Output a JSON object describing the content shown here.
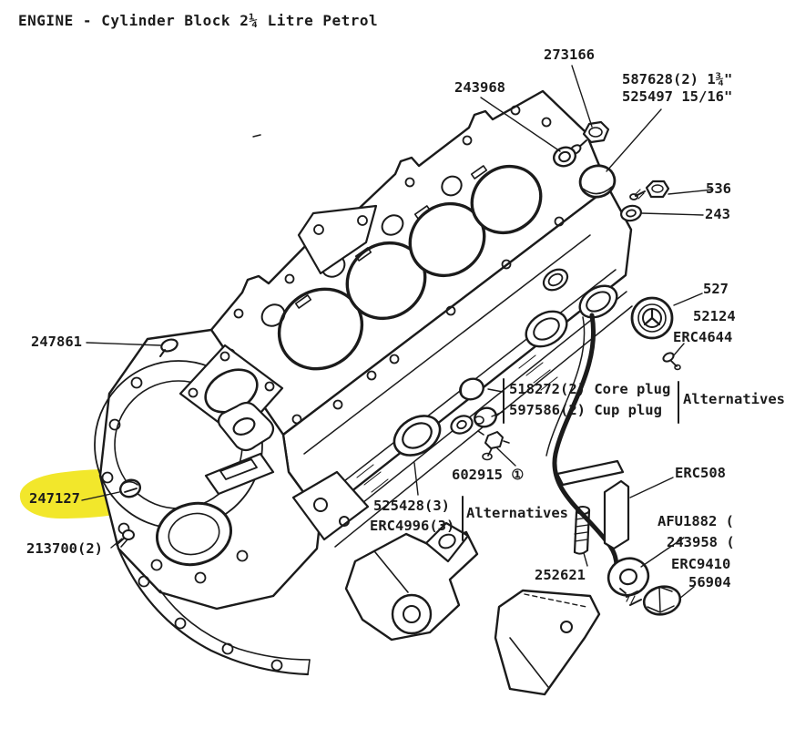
{
  "header": {
    "title": "ENGINE - Cylinder Block 2¼ Litre Petrol"
  },
  "colors": {
    "paper": "#ffffff",
    "ink": "#1b1b1b",
    "highlight": "#f2e72b"
  },
  "diagram": {
    "type": "exploded-parts-diagram",
    "subject": "2¼ litre petrol engine cylinder block",
    "highlighted_part_number": "247127",
    "callouts": [
      {
        "id": "273166",
        "text": "273166"
      },
      {
        "id": "243968",
        "text": "243968"
      },
      {
        "id": "587628",
        "text": "587628(2) 1¾\""
      },
      {
        "id": "525497",
        "text": "525497 15/16\""
      },
      {
        "id": "536x",
        "text": "536"
      },
      {
        "id": "243x",
        "text": "243"
      },
      {
        "id": "527x",
        "text": "527"
      },
      {
        "id": "52124x",
        "text": "52124"
      },
      {
        "id": "erc4644",
        "text": "ERC4644"
      },
      {
        "id": "247861",
        "text": "247861"
      },
      {
        "id": "518272",
        "text": "518272(2) Core plug"
      },
      {
        "id": "597586",
        "text": "597586(2) Cup plug"
      },
      {
        "id": "alt-right",
        "text": "Alternatives"
      },
      {
        "id": "602915",
        "text": "602915 ①"
      },
      {
        "id": "erc508",
        "text": "ERC508"
      },
      {
        "id": "247127",
        "text": "247127"
      },
      {
        "id": "525428",
        "text": "525428(3)"
      },
      {
        "id": "erc4996",
        "text": "ERC4996(3)"
      },
      {
        "id": "alt-mid",
        "text": "Alternatives"
      },
      {
        "id": "213700",
        "text": "213700(2)"
      },
      {
        "id": "252621",
        "text": "252621"
      },
      {
        "id": "afu1882",
        "text": "AFU1882 ("
      },
      {
        "id": "243958",
        "text": "243958 ("
      },
      {
        "id": "erc9410",
        "text": "ERC9410"
      },
      {
        "id": "56904",
        "text": "56904"
      }
    ]
  }
}
